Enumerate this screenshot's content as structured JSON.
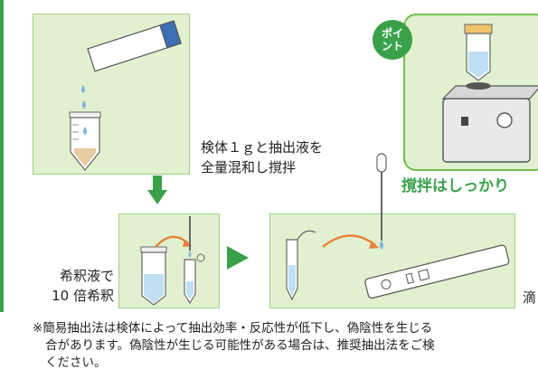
{
  "labels": {
    "step1": [
      "検体１ｇと抽出液を",
      "全量混和し撹拌"
    ],
    "dilution": [
      "希釈液で",
      "10 倍希釈"
    ],
    "drop": "滴",
    "point_title": "撹拌はしっかり",
    "point_badge": [
      "ポイ",
      "ント"
    ]
  },
  "note": {
    "lines": [
      "※簡易抽出法は検体によって抽出効率・反応性が低下し、偽陰性を生じる",
      "合があります。偽陰性が生じる可能性がある場合は、推奨抽出法をご検",
      "ください。"
    ]
  },
  "colors": {
    "accent_green": "#3aa14a",
    "panel_green": "#e1f1d0",
    "badge_green": "#3aa14a",
    "arrow_orange": "#e9803a"
  }
}
